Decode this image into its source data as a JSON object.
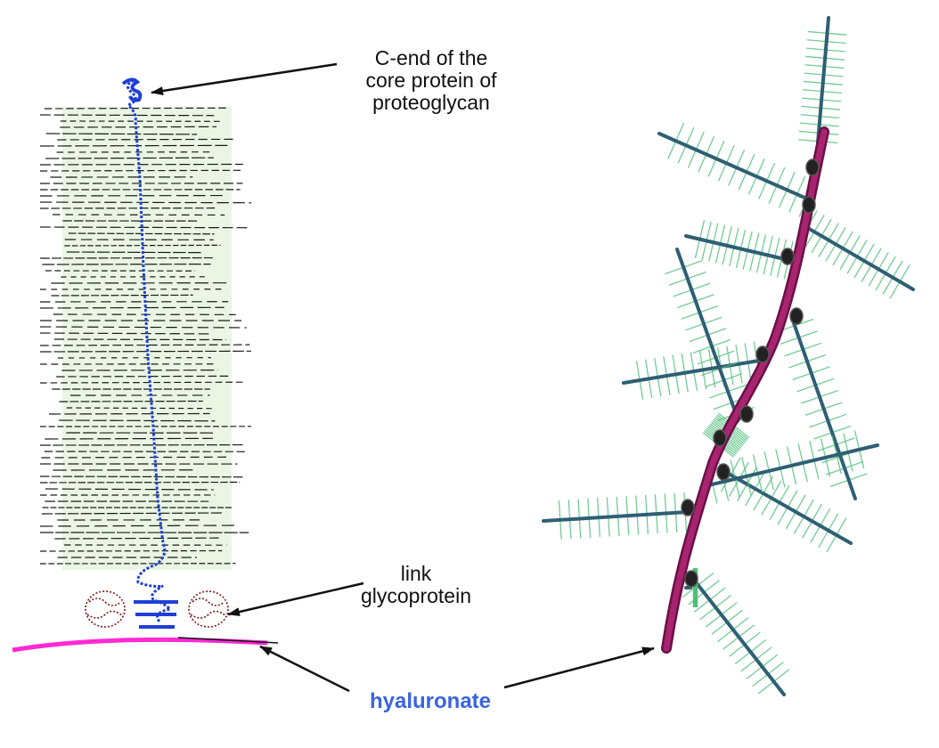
{
  "labels": {
    "core_protein_line1": "C-end of the",
    "core_protein_line2": "core protein of",
    "core_protein_line3": "proteoglycan",
    "link_line1": "link",
    "link_line2": "glycoprotein",
    "hyaluronate": "hyaluronate"
  },
  "colors": {
    "gag_chains": "#1a1a1a",
    "gag_fill": "#cfe8c0",
    "core_protein": "#1f3fd6",
    "hyaluronate_left": "#ff2ad4",
    "hyaluronate_right": "#9a1f6a",
    "branch_core": "#2e5f73",
    "branch_bristle": "#4fbf7a",
    "link_glycoprotein": "#7a1a1a",
    "label_highlight": "#3a63e0"
  }
}
